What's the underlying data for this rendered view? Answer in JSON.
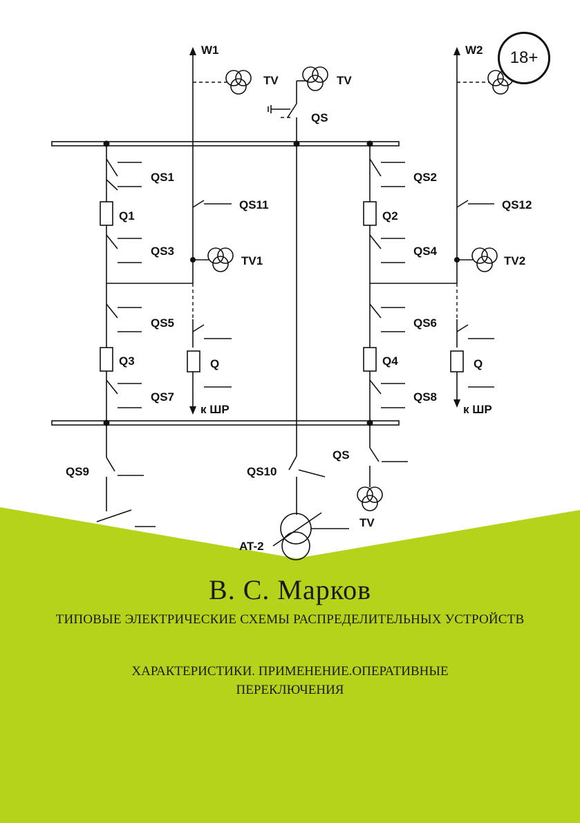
{
  "cover": {
    "author": "В. С. Марков",
    "title": "ТИПОВЫЕ ЭЛЕКТРИЧЕСКИЕ СХЕМЫ РАСПРЕДЕЛИТЕЛЬНЫХ УСТРОЙСТВ",
    "subtitle": "ХАРАКТЕРИСТИКИ. ПРИМЕНЕНИЕ.ОПЕРАТИВНЫЕ ПЕРЕКЛЮЧЕНИЯ",
    "age_rating": "18+"
  },
  "colors": {
    "accent_green": "#b5d31b",
    "ink": "#111111"
  },
  "diagram": {
    "labels": {
      "w1": "W1",
      "w2": "W2",
      "tv_left": "TV",
      "tv_right": "TV",
      "qs_top": "QS",
      "qs1": "QS1",
      "qs2": "QS2",
      "q1": "Q1",
      "q2": "Q2",
      "qs11": "QS11",
      "qs12": "QS12",
      "qs3": "QS3",
      "qs4": "QS4",
      "tv1": "TV1",
      "tv2": "TV2",
      "qs5": "QS5",
      "qs6": "QS6",
      "q_left": "Q",
      "q_right": "Q",
      "q3": "Q3",
      "q4": "Q4",
      "qs7": "QS7",
      "qs8": "QS8",
      "shr_left": "к ШР",
      "shr_right": "к ШР",
      "qs9": "QS9",
      "qs10": "QS10",
      "qs_bottom": "QS",
      "tv_bottom": "TV",
      "at2": "AT-2"
    }
  }
}
